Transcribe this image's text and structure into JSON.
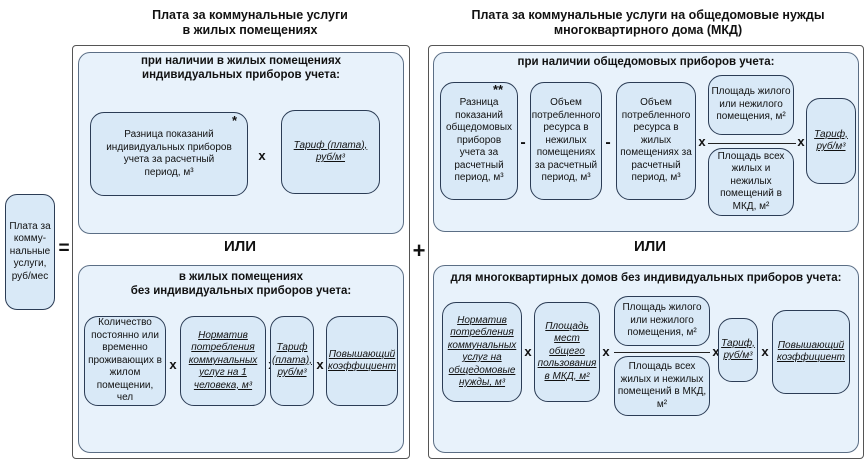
{
  "left": {
    "title": "Плата за коммунальные услуги\nв жилых помещениях",
    "top_panel_title": "при наличии в жилых помещениях\nиндивидуальных приборов учета:",
    "top_box1": "Разница показаний индивидуальных приборов учета за расчетный период, м³",
    "top_box1_mark": "*",
    "top_op": "х",
    "top_box2": "Тариф (плата), руб/м³",
    "or": "ИЛИ",
    "bottom_panel_title": "в жилых помещениях\nбез индивидуальных приборов учета:",
    "b_box1": "Количество постоянно или временно проживающих в жилом помещении, чел",
    "b_box2": "Норматив потребления коммунальных услуг на 1 человека, м³",
    "b_box3": "Тариф (плата), руб/м³",
    "b_box4": "Повышающий коэффициент",
    "op": "х"
  },
  "result": {
    "label": "Плата за комму-нальные услуги, руб/мес",
    "equals": "=",
    "plus": "+"
  },
  "right": {
    "title": "Плата за коммунальные услуги на общедомовые нужды\nмногоквартирного дома (МКД)",
    "top_panel_title": "при наличии общедомовых приборов учета:",
    "t_box1": "Разница показаний общедомовых приборов учета за расчетный период, м³",
    "t_box1_mark": "**",
    "minus": "-",
    "t_box2": "Объем потребленного ресурса в нежилых помещениях за расчетный период, м³",
    "t_box3": "Объем потребленного ресурса в жилых помещениях за расчетный период, м³",
    "t_box4_num": "Площадь жилого или нежилого помещения, м²",
    "t_box4_den": "Площадь всех жилых и нежилых помещений в МКД, м²",
    "t_box5": "Тариф, руб/м³",
    "op": "х",
    "or": "ИЛИ",
    "bottom_panel_title": "для многоквартирных домов без индивидуальных приборов учета:",
    "b_box1": "Норматив потребления коммунальных услуг на общедомовые нужды, м³",
    "b_box2": "Площадь мест общего пользования в МКД, м²",
    "b_box3_num": "Площадь жилого или нежилого помещения, м²",
    "b_box3_den": "Площадь всех жилых и нежилых помещений в МКД, м²",
    "b_box4": "Тариф, руб/м³",
    "b_box5": "Повышающий коэффициент"
  }
}
